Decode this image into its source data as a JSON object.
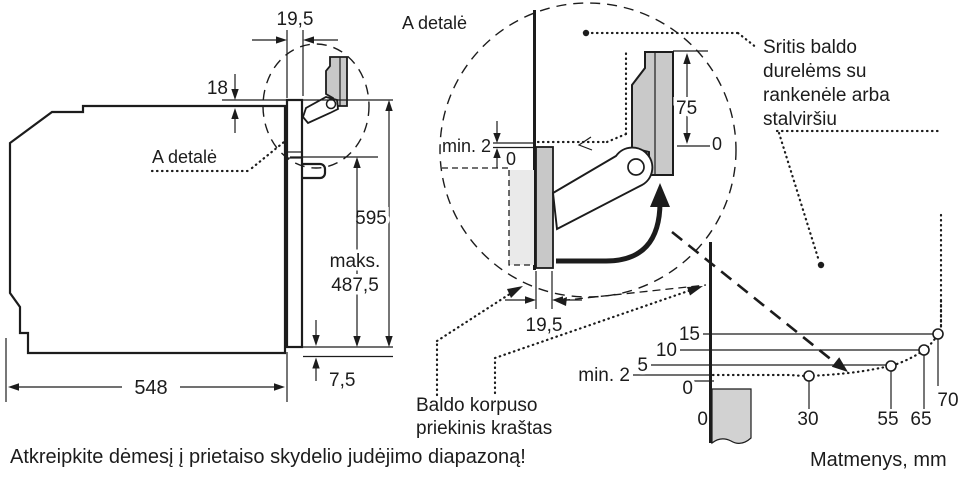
{
  "colors": {
    "ink": "#1c1c1c",
    "panel_gray": "#c8c8c8",
    "door_gray": "#c9c9c9",
    "ghost_gray": "#eaeaea",
    "graph_gray": "#d2d2d2",
    "background": "#ffffff"
  },
  "left_view": {
    "gap_top": "19,5",
    "hinge_offset": "18",
    "detail_ref": "A detalė",
    "height": "595",
    "max_label": "maks.",
    "max_value": "487,5",
    "depth": "548",
    "bottom_gap": "7,5"
  },
  "detail_view": {
    "title": "A detalė",
    "min_gap": "min. 2",
    "zero_top": "0",
    "door_travel": "75",
    "zero_door": "0",
    "panel_thickness": "19,5"
  },
  "notes": {
    "region_lines": [
      "Sritis baldo",
      "durelėms su",
      "rankenėle arba",
      "stalviršiu"
    ],
    "front_edge_lines": [
      "Baldo korpuso",
      "priekinis kraštas"
    ],
    "caption": "Atkreipkite dėmesį į prietaiso skydelio judėjimo diapazoną!",
    "units": "Matmenys, mm"
  },
  "chart_data": {
    "type": "line",
    "style": "dotted-curve-with-circle-markers",
    "x": [
      0,
      30,
      55,
      65,
      70
    ],
    "y": [
      2,
      2,
      5,
      10,
      15
    ],
    "x_tick_labels": [
      "0",
      "30",
      "55",
      "65",
      "70"
    ],
    "y_tick_labels": [
      "15",
      "10",
      "5",
      "min. 2",
      "0"
    ],
    "xlabel": "",
    "ylabel": "",
    "grid": "horizontal-reference-lines"
  }
}
